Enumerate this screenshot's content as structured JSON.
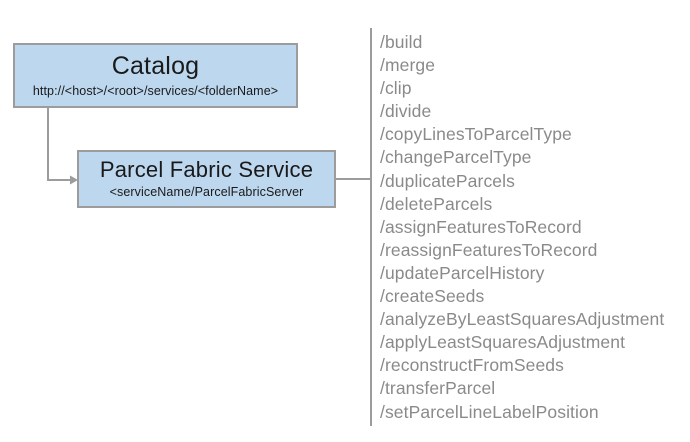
{
  "diagram": {
    "background_color": "#ffffff",
    "node_fill_color": "#bcd7ee",
    "node_border_color": "#9c9c9c",
    "connector_color": "#9c9c9c",
    "list_text_color": "#8a8a8a",
    "node_text_color": "#1a1a1a"
  },
  "nodes": {
    "catalog": {
      "title": "Catalog",
      "subtitle": "http://<host>/<root>/services/<folderName>"
    },
    "parcel_fabric_service": {
      "title": "Parcel Fabric Service",
      "subtitle": "<serviceName/ParcelFabricServer"
    }
  },
  "operations": {
    "items": [
      "/build",
      "/merge",
      "/clip",
      "/divide",
      "/copyLinesToParcelType",
      "/changeParcelType",
      "/duplicateParcels",
      "/deleteParcels",
      "/assignFeaturesToRecord",
      "/reassignFeaturesToRecord",
      "/updateParcelHistory",
      "/createSeeds",
      "/analyzeByLeastSquaresAdjustment",
      "/applyLeastSquaresAdjustment",
      "/reconstructFromSeeds",
      "/transferParcel",
      "/setParcelLineLabelPosition"
    ]
  }
}
